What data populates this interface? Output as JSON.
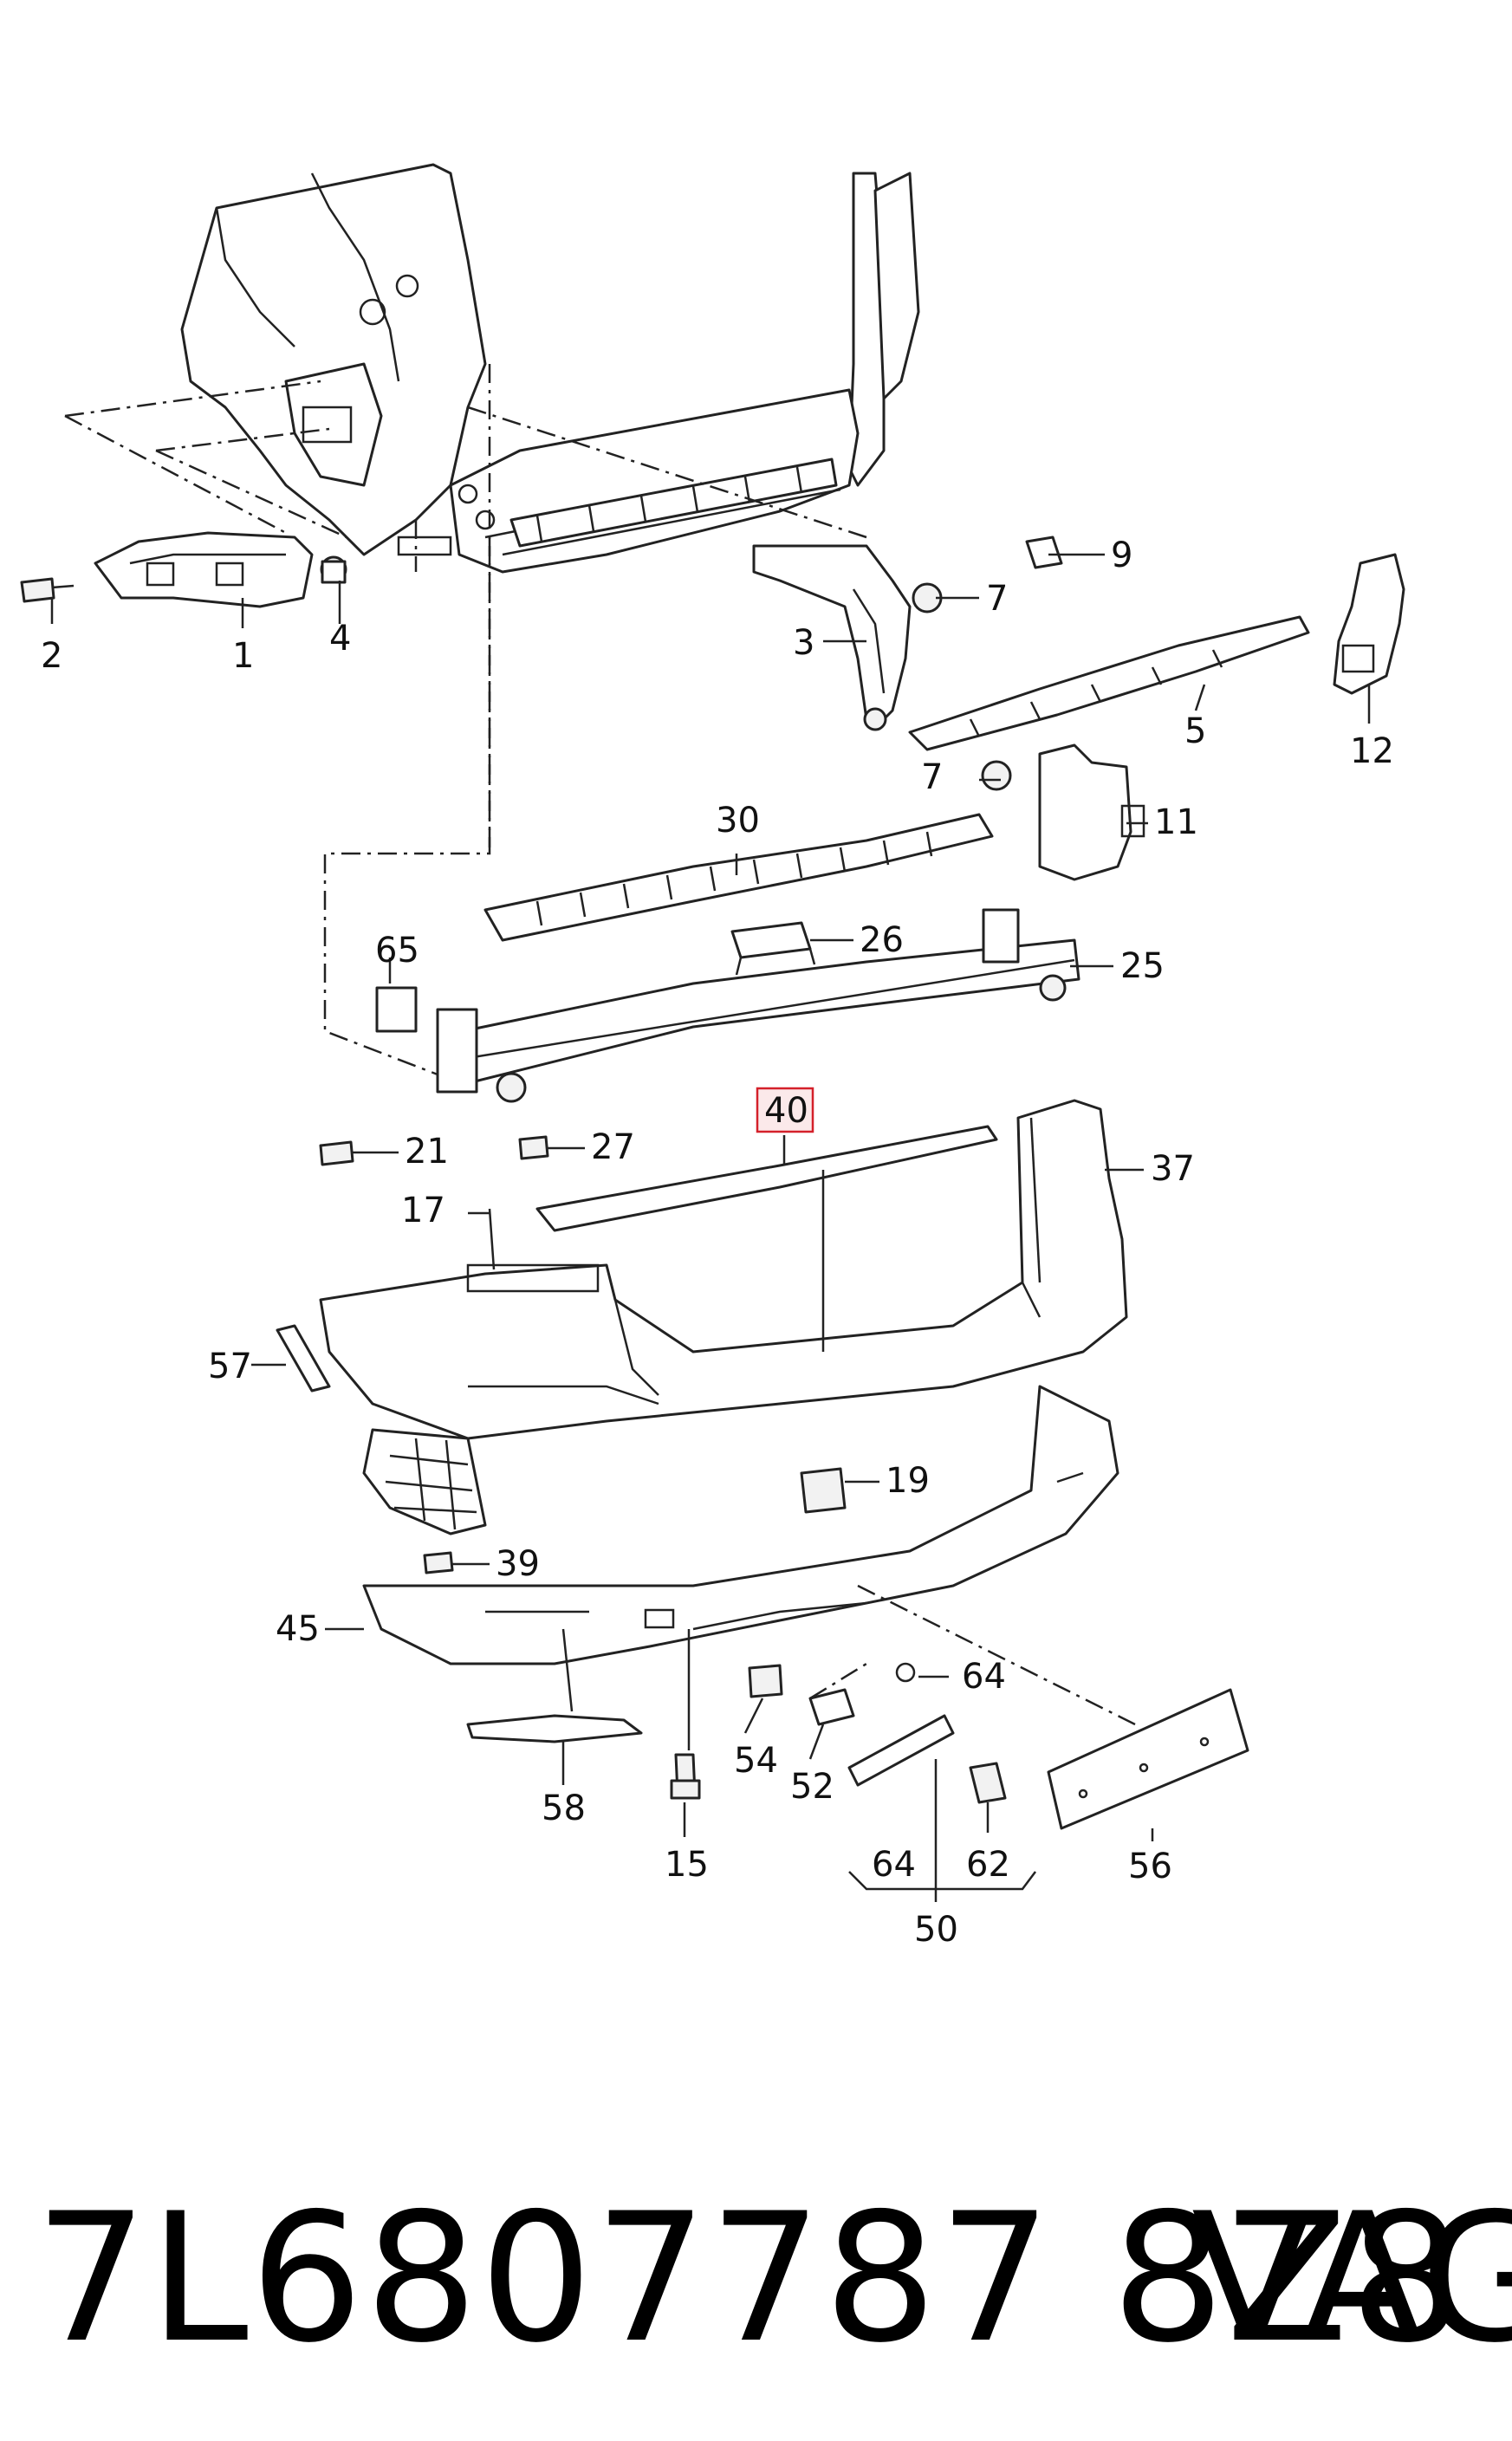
{
  "diagram": {
    "callouts": [
      {
        "id": "1",
        "label": "1"
      },
      {
        "id": "2",
        "label": "2"
      },
      {
        "id": "3",
        "label": "3"
      },
      {
        "id": "4",
        "label": "4"
      },
      {
        "id": "5",
        "label": "5"
      },
      {
        "id": "7a",
        "label": "7"
      },
      {
        "id": "7b",
        "label": "7"
      },
      {
        "id": "9",
        "label": "9"
      },
      {
        "id": "11",
        "label": "11"
      },
      {
        "id": "12",
        "label": "12"
      },
      {
        "id": "15",
        "label": "15"
      },
      {
        "id": "17",
        "label": "17"
      },
      {
        "id": "19",
        "label": "19"
      },
      {
        "id": "21",
        "label": "21"
      },
      {
        "id": "25",
        "label": "25"
      },
      {
        "id": "26",
        "label": "26"
      },
      {
        "id": "27",
        "label": "27"
      },
      {
        "id": "30",
        "label": "30"
      },
      {
        "id": "37",
        "label": "37"
      },
      {
        "id": "39",
        "label": "39"
      },
      {
        "id": "40",
        "label": "40"
      },
      {
        "id": "45",
        "label": "45"
      },
      {
        "id": "50",
        "label": "50"
      },
      {
        "id": "52",
        "label": "52"
      },
      {
        "id": "54",
        "label": "54"
      },
      {
        "id": "56",
        "label": "56"
      },
      {
        "id": "57",
        "label": "57"
      },
      {
        "id": "58",
        "label": "58"
      },
      {
        "id": "62",
        "label": "62"
      },
      {
        "id": "64a",
        "label": "64"
      },
      {
        "id": "64b",
        "label": "64"
      },
      {
        "id": "65",
        "label": "65"
      }
    ],
    "highlighted_callout": "40",
    "highlight_color": "#d4202a"
  },
  "footer": {
    "part_number": "7L6807787 8Z8",
    "brand": "VAG"
  }
}
